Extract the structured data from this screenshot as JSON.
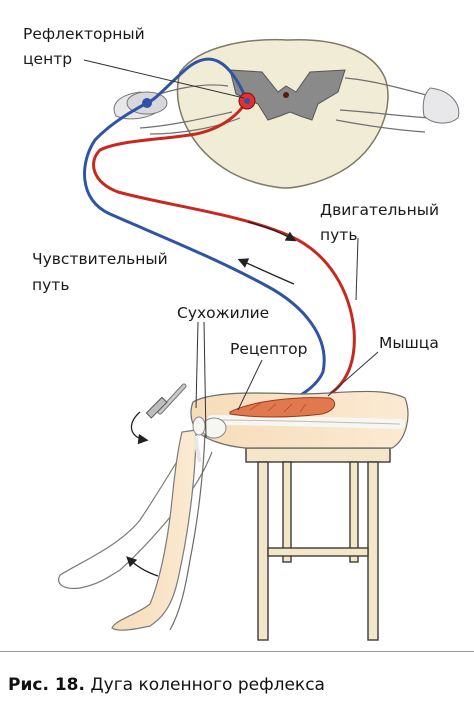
{
  "labels": {
    "reflex_center_line1": "Рефлекторный",
    "reflex_center_line2": "центр",
    "motor_path_line1": "Двигательный",
    "motor_path_line2": "путь",
    "sensory_path_line1": "Чувствительный",
    "sensory_path_line2": "путь",
    "tendon": "Сухожилие",
    "receptor": "Рецептор",
    "muscle": "Мышца"
  },
  "caption": {
    "number": "Рис. 18.",
    "text": "Дуга коленного рефлекса"
  },
  "colors": {
    "sensory": "#2f54a4",
    "motor": "#c8281e",
    "gray_matter": "#8a8a8a",
    "white_matter": "#f1ecd6",
    "skin": "#f3d4ae",
    "muscle": "#e07a4e"
  }
}
